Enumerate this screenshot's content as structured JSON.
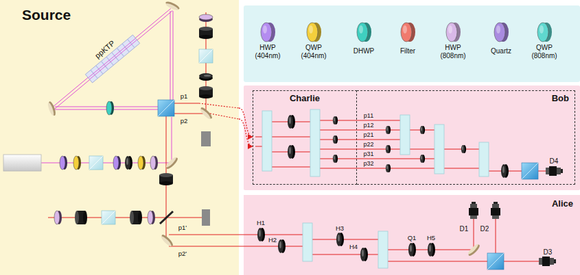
{
  "diagram": {
    "nodes": [
      {
        "text": [
          "Source"
        ]
      },
      {
        "text": [
          "Charlie"
        ]
      },
      {
        "text": [
          "Bob"
        ]
      },
      {
        "text": [
          "Alice"
        ]
      }
    ],
    "edges": [
      {
        "from": 0,
        "to": 1,
        "arrow": "to"
      },
      {
        "from": 0,
        "to": 1,
        "arrow": "to"
      }
    ],
    "labels": [
      "ppKTP",
      "p1",
      "p2",
      "p11",
      "p12",
      "p21",
      "p22",
      "p31",
      "p32",
      "D4",
      "p1'",
      "p2'",
      "H1",
      "H2",
      "H3",
      "H4",
      "Q1",
      "H5",
      "D1",
      "D2",
      "D3"
    ],
    "legend": [
      {
        "text": "HWP (404nm)",
        "color": "#b48cf0"
      },
      {
        "text": "QWP (404nm)",
        "color": "#f4cf3c"
      },
      {
        "text": "DHWP",
        "color": "#3fcfc0"
      },
      {
        "text": "Filter",
        "color": "#f07a6e"
      },
      {
        "text": "HWP (808nm)",
        "color": "#d9b8e8"
      },
      {
        "text": "Quartz",
        "color": "#a98be0"
      },
      {
        "text": "QWP (808nm)",
        "color": "#5fd8cf"
      }
    ]
  }
}
